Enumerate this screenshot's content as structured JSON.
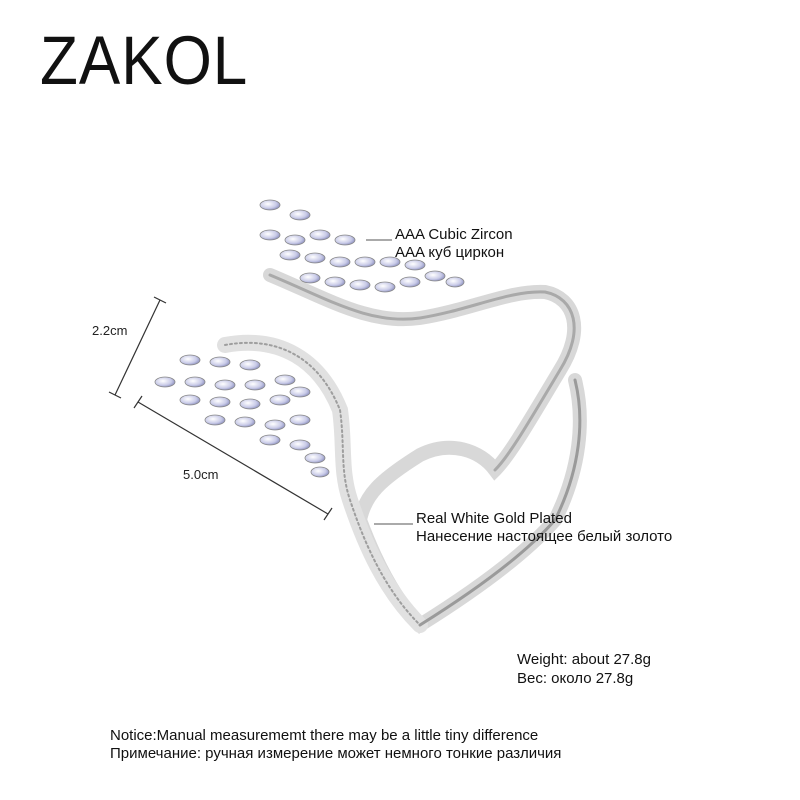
{
  "brand": "ZAKOL",
  "dimensions": {
    "height": "2.2cm",
    "width": "5.0cm"
  },
  "callouts": {
    "stone_en": "AAA Cubic Zircon",
    "stone_ru": "AAA куб циркон",
    "plating_en": "Real White Gold Plated",
    "plating_ru": "Нанесение настоящее белый золото"
  },
  "weight": {
    "en": "Weight: about  27.8g",
    "ru": "Вес: около  27.8g"
  },
  "notice": {
    "en": "Notice:Manual measurememt there may be a little tiny difference",
    "ru": "Примечание: ручная измерение может немного тонкие различия"
  }
}
